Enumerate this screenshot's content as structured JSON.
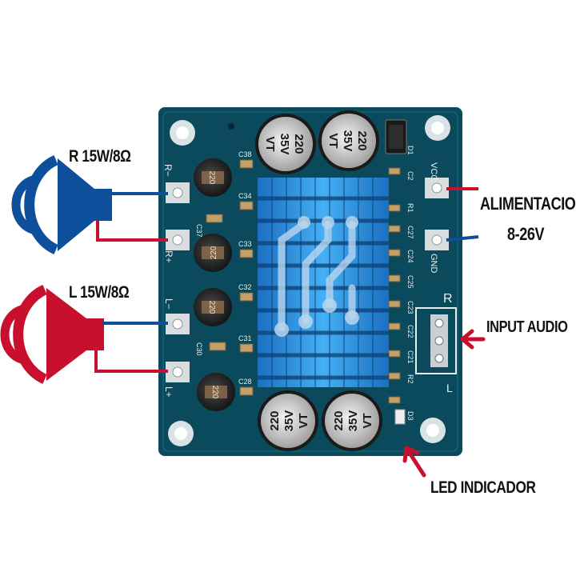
{
  "labels": {
    "right_speaker": "R 15W/8Ω",
    "left_speaker": "L 15W/8Ω",
    "power_line1": "ALIMENTACION",
    "power_line2": "8-26V",
    "input_audio": "INPUT AUDIO",
    "led": "LED INDICADOR"
  },
  "board": {
    "silk_r_minus": "R−",
    "silk_r_plus": "R+",
    "silk_l_minus": "L−",
    "silk_l_plus": "L+",
    "silk_vcc": "VCC",
    "silk_gnd": "GND",
    "silk_r": "R",
    "silk_l": "L",
    "cap_value": "220",
    "cap_voltage": "35V",
    "cap_series": "VT",
    "inductor_value": "220",
    "refs": [
      "C38",
      "C34",
      "C37",
      "C33",
      "C32",
      "C30",
      "C31",
      "C28",
      "C2",
      "R1",
      "C27",
      "C24",
      "C25",
      "C23",
      "C22",
      "C21",
      "R2",
      "D1",
      "D3"
    ]
  },
  "colors": {
    "red": "#c8102e",
    "blue": "#0d4f9a",
    "pcb": "#0b4a5c",
    "heatsink": "#2a8ee0"
  }
}
